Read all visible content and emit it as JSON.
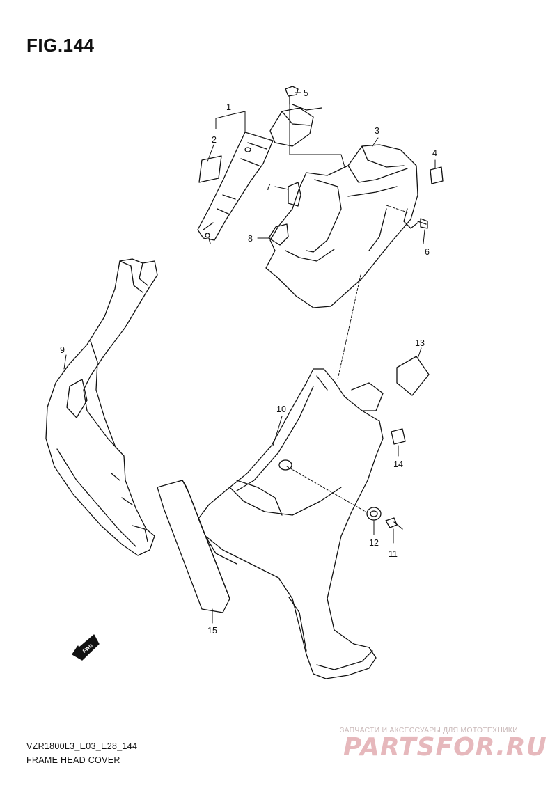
{
  "figure": {
    "title": "FIG.144",
    "code": "VZR1800L3_E03_E28_144",
    "name": "FRAME HEAD COVER"
  },
  "callouts": [
    "1",
    "2",
    "3",
    "4",
    "5",
    "6",
    "7",
    "8",
    "9",
    "10",
    "11",
    "12",
    "13",
    "14",
    "15"
  ],
  "fwd_icon": {
    "label": "FWD",
    "icon": "forward-arrow-icon"
  },
  "watermark": {
    "tagline": "ЗАПЧАСТИ И АКСЕССУАРЫ ДЛЯ МОТОТЕХНИКИ",
    "logo": "PARTSFOR.RU"
  },
  "colors": {
    "line": "#111111",
    "watermark": "#e6b8bc"
  }
}
